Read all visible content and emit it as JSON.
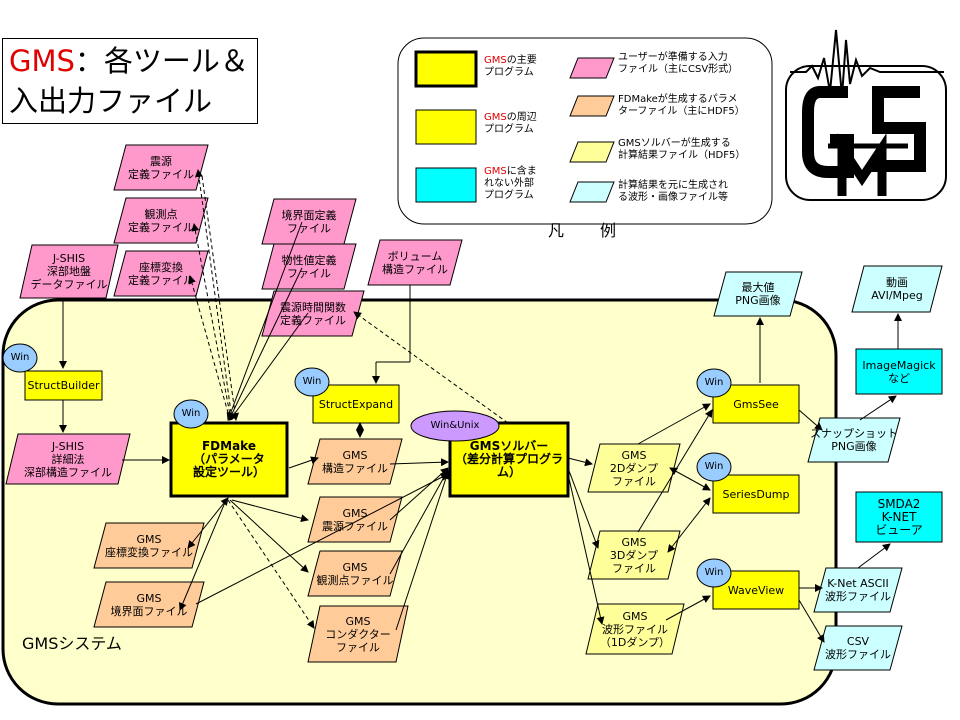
{
  "title": {
    "prefix": "GMS",
    "suffix": "：各ツール＆",
    "line2": "入出力ファイル"
  },
  "legend": {
    "caption": "凡　例",
    "items": [
      {
        "accent": "GMS",
        "text": "の主要\nプログラム"
      },
      {
        "accent": "GMS",
        "text": "の周辺\nプログラム"
      },
      {
        "accent": "GMS",
        "text": "に含ま\nれない外部\nプログラム"
      },
      {
        "text": "ユーザーが準備する入力\nファイル（主にCSV形式）"
      },
      {
        "text": "FDMakeが生成するパラメ\nターファイル（主にHDF5）"
      },
      {
        "text": "GMSソルバーが生成する\n計算結果ファイル（HDF5）"
      },
      {
        "text": "計算結果を元に生成され\nる波形・画像ファイル等"
      }
    ]
  },
  "system_label": "GMSシステム",
  "win_badges": [
    "Win",
    "Win",
    "Win",
    "Win",
    "Win",
    "Win"
  ],
  "win_unix_badge": "Win&Unix",
  "programs": {
    "structbuilder": "StructBuilder",
    "fdmake": "FDMake\n（パラメータ\n設定ツール）",
    "structexpand": "StructExpand",
    "solver": "GMSソルバー\n（差分計算プログラム）",
    "gmssee": "GmsSee",
    "seriesdump": "SeriesDump",
    "waveview": "WaveView",
    "imagemagick": "ImageMagick\nなど",
    "viewer": "SMDA2\nK-NET\nビューア"
  },
  "files": {
    "source_def": "震源\n定義ファイル",
    "station_def": "観測点\n定義ファイル",
    "coord_def": "座標変換\n定義ファイル",
    "jshis_deep": "J-SHIS\n深部地盤\nデータファイル",
    "boundary_def": "境界面定義\nファイル",
    "property_def": "物性値定義\nファイル",
    "volume_struct": "ボリューム\n構造ファイル",
    "source_time_def": "震源時間関数\n定義ファイル",
    "jshis_detail": "J-SHIS\n詳細法\n深部構造ファイル",
    "gms_coord": "GMS\n座標変換ファイル",
    "gms_boundary": "GMS\n境界面ファイル",
    "gms_struct": "GMS\n構造ファイル",
    "gms_source": "GMS\n震源ファイル",
    "gms_station": "GMS\n観測点ファイル",
    "gms_conductor": "GMS\nコンダクター\nファイル",
    "dump2d": "GMS\n2Dダンプ\nファイル",
    "dump3d": "GMS\n3Dダンプ\nファイル",
    "wave1d": "GMS\n波形ファイル\n（1Dダンプ）",
    "max_png": "最大値\nPNG画像",
    "snapshot_png": "スナップショット\nPNG画像",
    "movie": "動画\nAVI/Mpeg",
    "knet_ascii": "K-Net ASCII\n波形ファイル",
    "csv_wave": "CSV\n波形ファイル"
  },
  "colors": {
    "main_program": "#ffff00",
    "peripheral_program": "#ffff00",
    "external_program": "#00ffff",
    "user_input": "#ff99cc",
    "fdmake_output": "#ffcc99",
    "solver_output": "#ffff99",
    "derived_output": "#ccffff",
    "system_bg": "#ffffcc",
    "win_badge": "#99ccff",
    "win_unix_badge": "#cc99ff",
    "title_accent": "#e00000"
  },
  "logo": {
    "letters": "GMS"
  }
}
